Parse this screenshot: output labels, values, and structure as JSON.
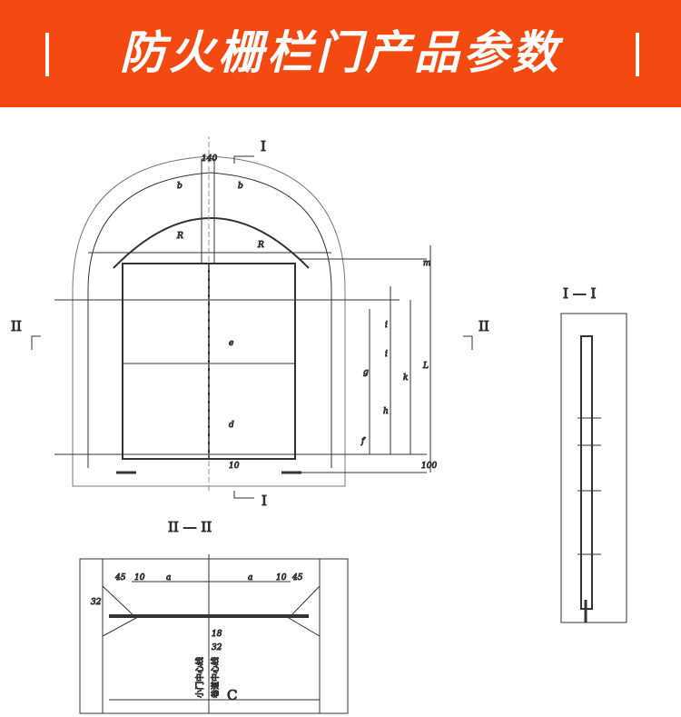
{
  "header": {
    "title": "防火栅栏门产品参数",
    "accent": "#f34a12"
  },
  "front_view": {
    "section_mark_top": "I",
    "section_mark_bottom": "I",
    "section_mark_left": "II",
    "section_mark_right": "II",
    "dims": {
      "top": "140",
      "b1": "b",
      "b2": "b",
      "r1": "R",
      "r2": "R",
      "e": "e",
      "d": "d",
      "ten": "10",
      "f": "f",
      "g": "g",
      "h": "h",
      "i": "i",
      "j": "i",
      "k": "k",
      "L": "L",
      "m": "m",
      "bottom": "100"
    }
  },
  "side_view": {
    "label": "I — I"
  },
  "plan_view": {
    "label": "II — II",
    "dims": {
      "d45a": "45",
      "d10a": "10",
      "a1": "a",
      "a2": "a",
      "d10b": "10",
      "d45b": "45",
      "d32": "32",
      "d18": "18",
      "d32b": "32"
    },
    "center_small_door": "小门中心线",
    "center_tunnel": "巷道中心线",
    "c": "C"
  }
}
